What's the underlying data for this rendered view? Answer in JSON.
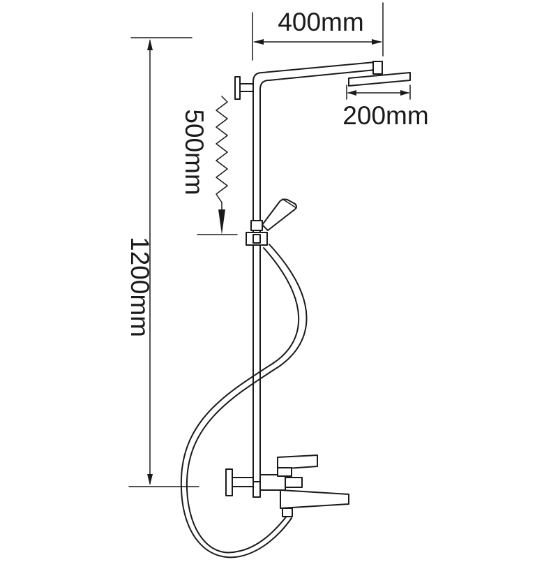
{
  "dimensions": {
    "arm_length": "400mm",
    "head_width": "200mm",
    "slide_range": "500mm",
    "total_height": "1200mm"
  }
}
